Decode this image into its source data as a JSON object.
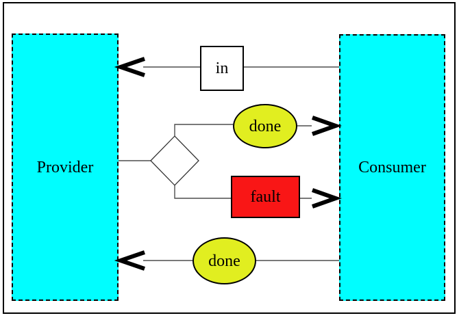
{
  "diagram": {
    "kind": "message-exchange-pattern",
    "lanes": {
      "provider": {
        "label": "Provider",
        "fill": "#00FFFF",
        "border_style": "dashed"
      },
      "consumer": {
        "label": "Consumer",
        "fill": "#00FFFF",
        "border_style": "dashed"
      }
    },
    "nodes": {
      "in_message": {
        "label": "in",
        "shape": "rectangle",
        "fill": "#FFFFFF"
      },
      "done_upper": {
        "label": "done",
        "shape": "ellipse",
        "fill": "#E1EE20"
      },
      "fault": {
        "label": "fault",
        "shape": "rectangle",
        "fill": "#F91616"
      },
      "done_lower": {
        "label": "done",
        "shape": "ellipse",
        "fill": "#E1EE20"
      },
      "decision": {
        "label": "",
        "shape": "diamond",
        "fill": "#FFFFFF"
      }
    },
    "flows": [
      {
        "from": "consumer",
        "message": "in",
        "to": "provider",
        "arrow": "left"
      },
      {
        "from": "provider",
        "via": "decision",
        "message": "done",
        "to": "consumer",
        "arrow": "right"
      },
      {
        "from": "provider",
        "via": "decision",
        "message": "fault",
        "to": "consumer",
        "arrow": "right"
      },
      {
        "from": "consumer",
        "message": "done",
        "to": "provider",
        "arrow": "left"
      }
    ],
    "colors": {
      "lane_fill": "#00FFFF",
      "done_fill": "#E1EE20",
      "fault_fill": "#F91616",
      "line": "#4D4D4D",
      "arrow": "#000000",
      "frame": "#000000"
    }
  }
}
